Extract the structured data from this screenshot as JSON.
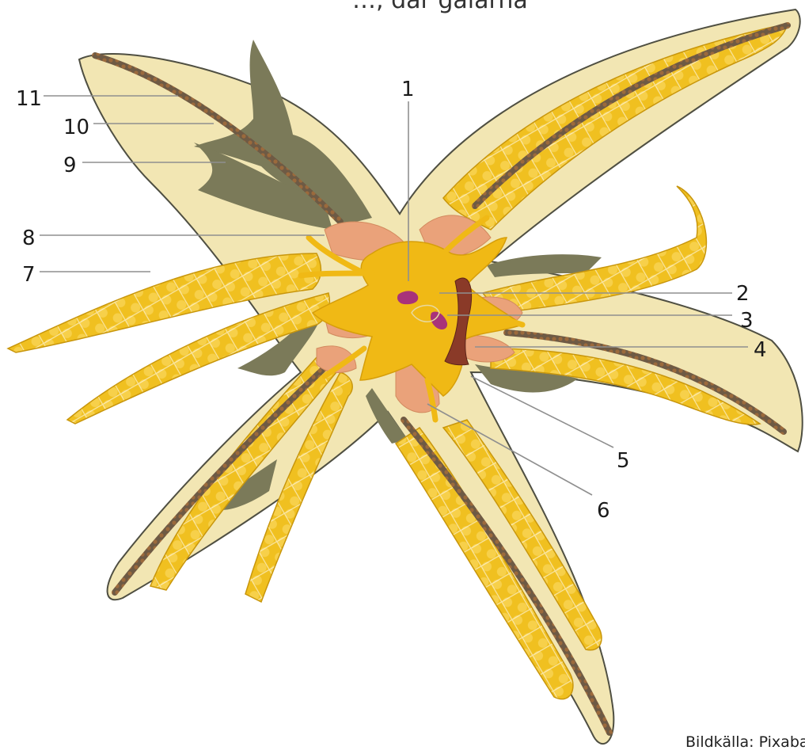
{
  "diagram": {
    "label_numbers": [
      "1",
      "2",
      "3",
      "4",
      "5",
      "6",
      "7",
      "8",
      "9",
      "10",
      "11"
    ],
    "top_caption": "…, där gälarna",
    "credit": "Bildkälla: Pixaba"
  },
  "colors": {
    "skin": "#f2e6b3",
    "skin_outline": "#5a5a4a",
    "caeca": "#f0c020",
    "caeca_dark": "#c8960c",
    "gonad_olive": "#7b7a59",
    "stomach_pink": "#eaa27a",
    "center_yellow": "#f0b915",
    "ampullae_dark": "#5a4a3a",
    "organ_magenta": "#a8327a",
    "stone_canal": "#8a3a28"
  }
}
